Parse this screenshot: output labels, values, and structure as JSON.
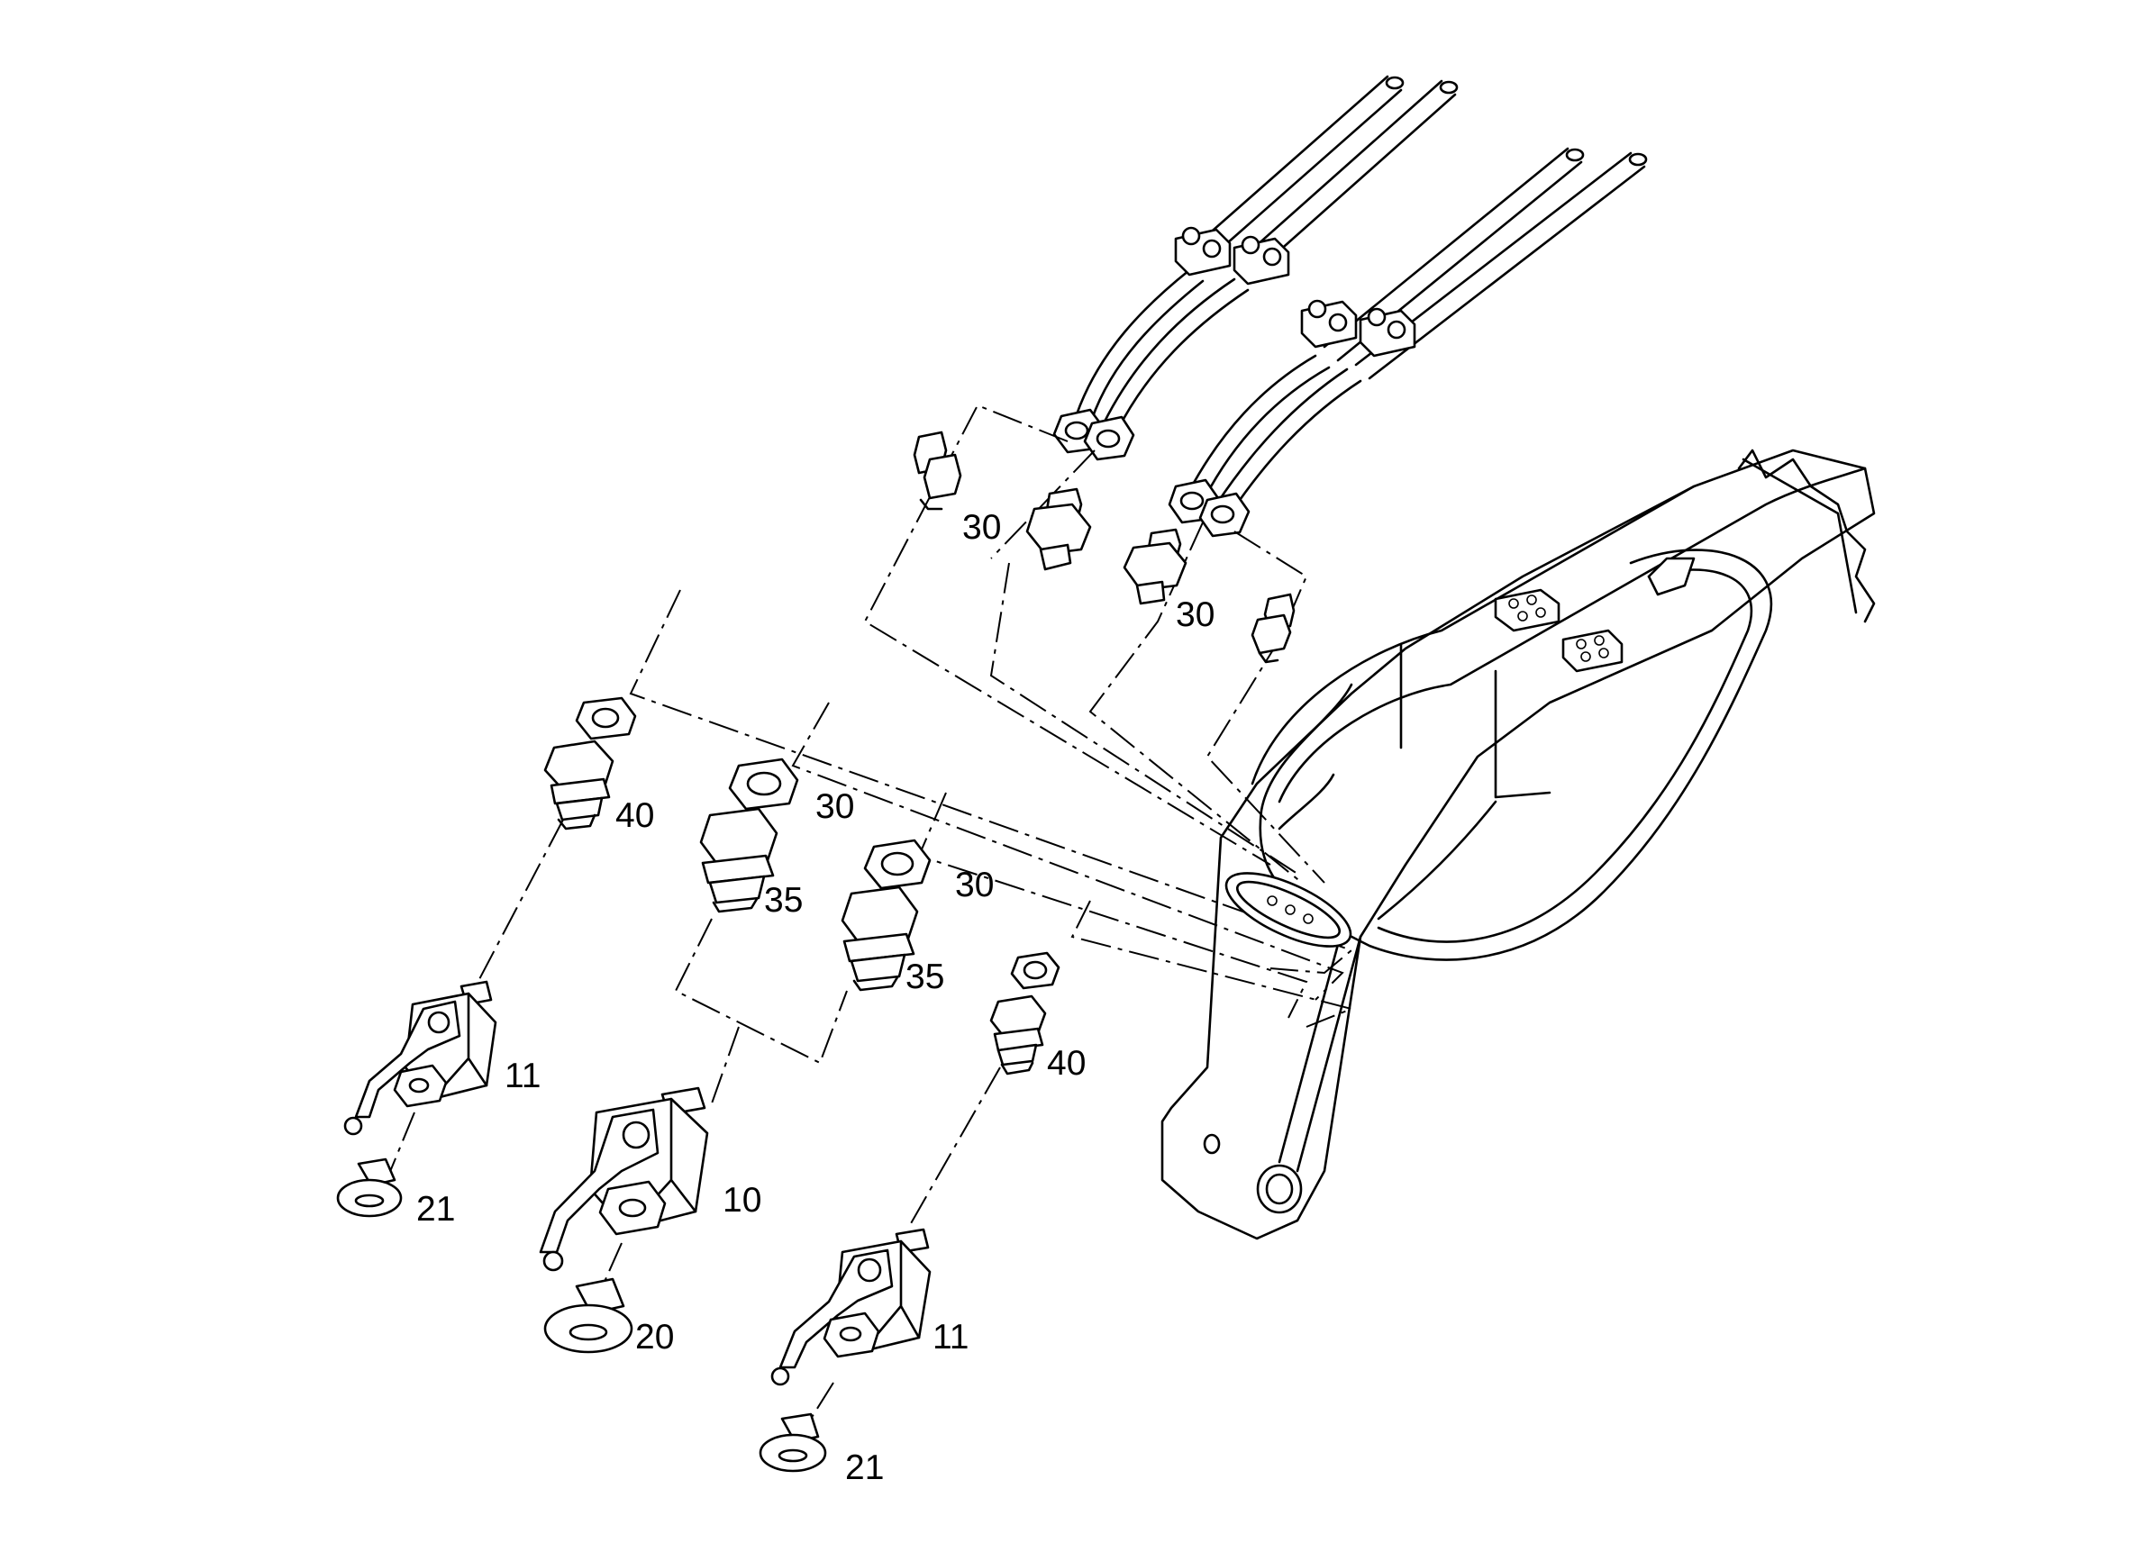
{
  "diagram": {
    "type": "exploded parts drawing",
    "colors": {
      "line": "#000000",
      "background": "#ffffff"
    },
    "callouts": [
      {
        "id": "c1",
        "text": "30"
      },
      {
        "id": "c2",
        "text": "30"
      },
      {
        "id": "c3",
        "text": "40"
      },
      {
        "id": "c4",
        "text": "30"
      },
      {
        "id": "c5",
        "text": "35"
      },
      {
        "id": "c6",
        "text": "30"
      },
      {
        "id": "c7",
        "text": "35"
      },
      {
        "id": "c8",
        "text": "40"
      },
      {
        "id": "c9",
        "text": "11"
      },
      {
        "id": "c10",
        "text": "21"
      },
      {
        "id": "c11",
        "text": "10"
      },
      {
        "id": "c12",
        "text": "20"
      },
      {
        "id": "c13",
        "text": "11"
      },
      {
        "id": "c14",
        "text": "21"
      }
    ]
  }
}
